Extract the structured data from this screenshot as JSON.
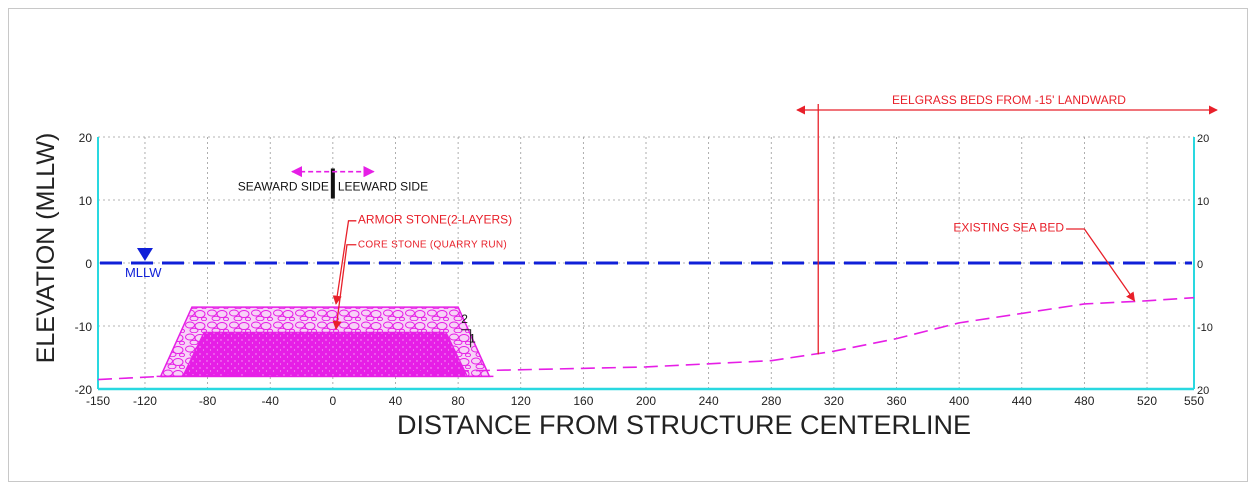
{
  "chart_data": {
    "type": "diagram",
    "xlabel": "DISTANCE FROM STRUCTURE CENTERLINE",
    "ylabel": "ELEVATION (MLLW)",
    "xlim": [
      -150,
      550
    ],
    "ylim": [
      -20,
      20
    ],
    "x_ticks": [
      "-150",
      "-120",
      "-80",
      "-40",
      "0",
      "40",
      "80",
      "120",
      "160",
      "200",
      "240",
      "280",
      "320",
      "360",
      "400",
      "440",
      "480",
      "520",
      "550"
    ],
    "y_ticks_left": [
      "20",
      "10",
      "0",
      "-10",
      "-20"
    ],
    "y_ticks_right": [
      "20",
      "10",
      "0",
      "-10",
      "20"
    ],
    "grid": true,
    "water_level": {
      "label": "MLLW",
      "elevation": 0
    },
    "sea_bed": {
      "label": "EXISTING SEA BED",
      "x": [
        -150,
        -110,
        110,
        200,
        280,
        320,
        360,
        400,
        440,
        480,
        520,
        550
      ],
      "y": [
        -18.5,
        -18,
        -17,
        -16.5,
        -15.5,
        -14,
        -12,
        -9.5,
        -8,
        -6.5,
        -6,
        -5.5
      ]
    },
    "structure": {
      "armor_label": "ARMOR STONE(2-LAYERS)",
      "core_label": "CORE STONE (QUARRY RUN)",
      "crest_elevation": -7,
      "toe_elevation": -18,
      "core_top_elevation": -11,
      "crest_x": [
        -90,
        80
      ],
      "toe_x": [
        -110,
        100
      ]
    },
    "slope": {
      "rise": "2",
      "run": "1"
    },
    "sides": {
      "seaward": "SEAWARD SIDE",
      "leeward": "LEEWARD SIDE"
    },
    "eelgrass": {
      "label": "EELGRASS BEDS FROM -15' LANDWARD",
      "start_x": 310
    },
    "colors": {
      "structure": "#e61ee6",
      "water": "#1020d8",
      "annotation": "#e8202a",
      "axis": "#29d8e0"
    }
  }
}
